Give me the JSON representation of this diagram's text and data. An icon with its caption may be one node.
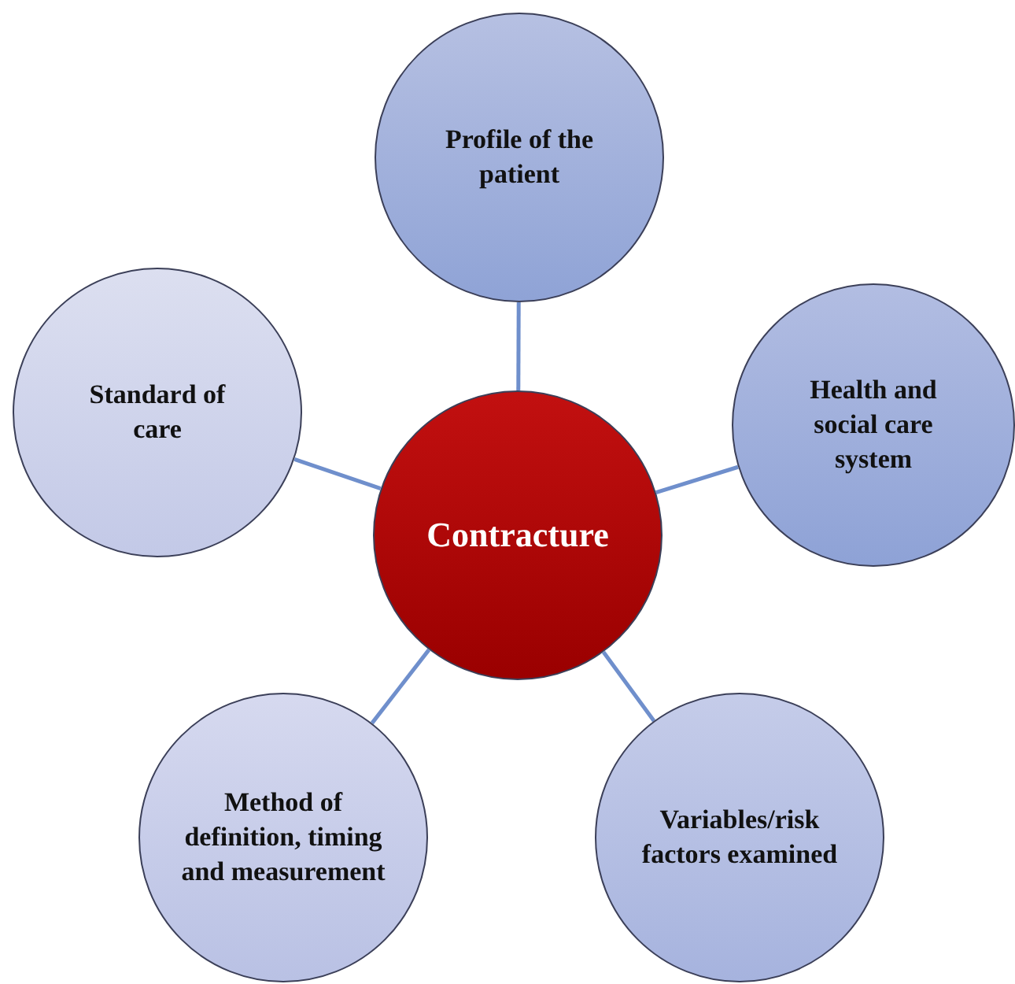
{
  "diagram": {
    "nodes": [
      {
        "text": [
          "Profile of the patient"
        ]
      },
      {
        "text": [
          "Standard of care"
        ]
      },
      {
        "text": [
          "Health and social care system"
        ]
      },
      {
        "text": [
          "Contracture"
        ]
      },
      {
        "text": [
          "Method of definition, timing and measurement"
        ]
      },
      {
        "text": [
          "Variables/risk factors examined"
        ]
      }
    ],
    "edges": [
      {
        "from": 3,
        "to": 0,
        "arrow": "none"
      },
      {
        "from": 3,
        "to": 2,
        "arrow": "none"
      },
      {
        "from": 3,
        "to": 5,
        "arrow": "none"
      },
      {
        "from": 3,
        "to": 4,
        "arrow": "none"
      },
      {
        "from": 3,
        "to": 1,
        "arrow": "none"
      }
    ]
  }
}
